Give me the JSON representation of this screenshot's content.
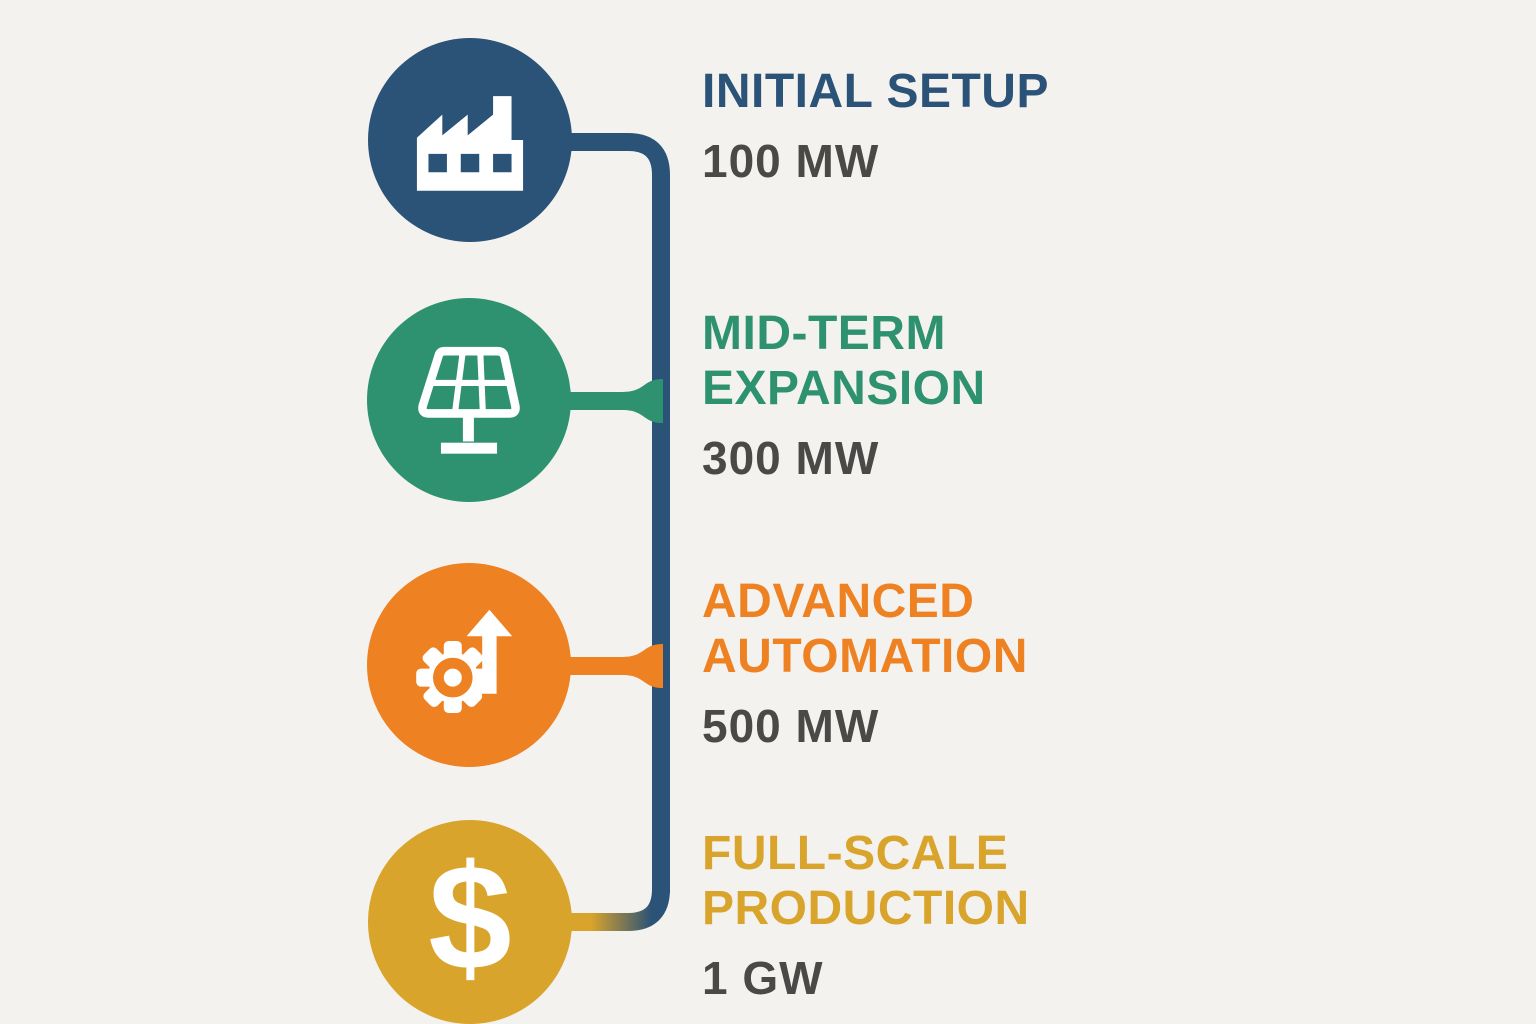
{
  "colors": {
    "background": "#f4f2ef",
    "blue": "#2b5277",
    "green": "#2e9170",
    "orange": "#ee8122",
    "gold": "#d9a42c",
    "value_text": "#4b4848"
  },
  "stages": [
    {
      "name": "initial-setup",
      "title_lines": [
        "INITIAL SETUP"
      ],
      "value": "100 MW",
      "icon": "factory-icon",
      "color_key": "blue"
    },
    {
      "name": "mid-term-expansion",
      "title_lines": [
        "MID-TERM",
        "EXPANSION"
      ],
      "value": "300 MW",
      "icon": "solar-panel-icon",
      "color_key": "green"
    },
    {
      "name": "advanced-automation",
      "title_lines": [
        "ADVANCED",
        "AUTOMATION"
      ],
      "value": "500 MW",
      "icon": "gear-growth-icon",
      "color_key": "orange"
    },
    {
      "name": "full-scale-production",
      "title_lines": [
        "FULL-SCALE",
        "PRODUCTION"
      ],
      "value": "1 GW",
      "icon": "dollar-icon",
      "icon_glyph": "$",
      "color_key": "gold"
    }
  ]
}
